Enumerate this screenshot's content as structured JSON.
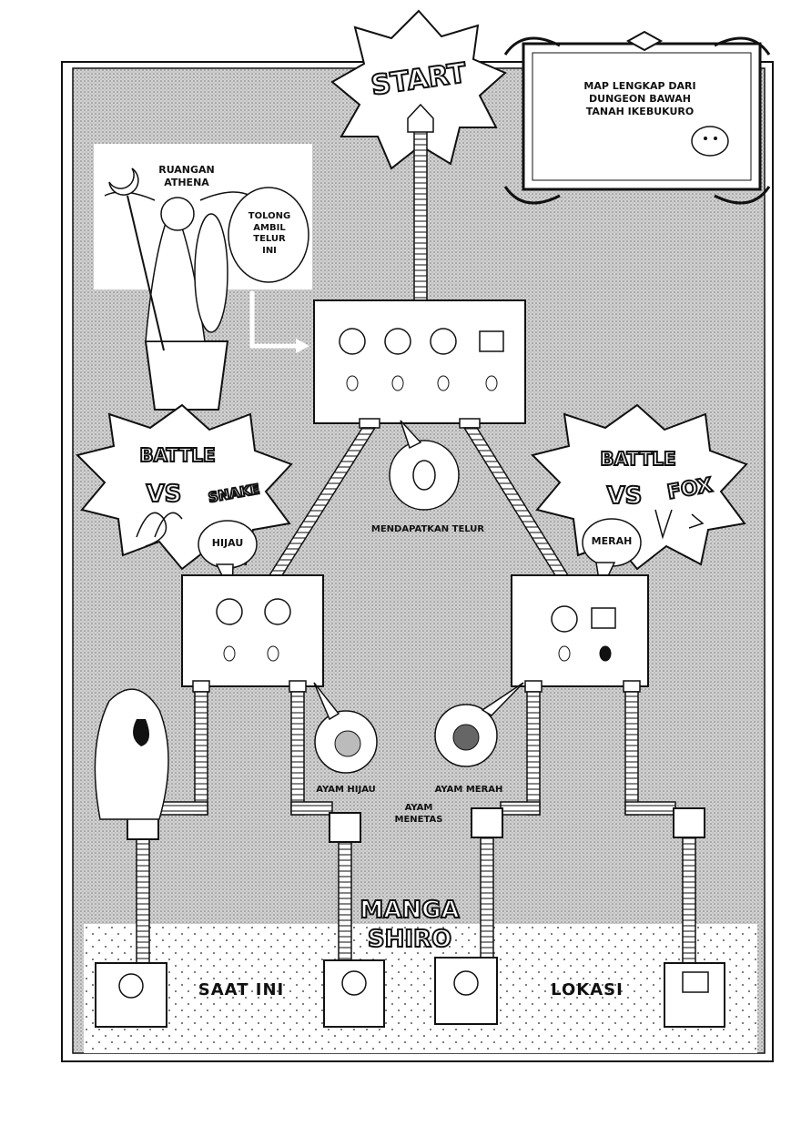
{
  "header": {
    "start_label": "START",
    "map_title": "MAP LENGKAP DARI\nDUNGEON BAWAH\nTANAH IKEBUKURO"
  },
  "athena": {
    "room_label": "RUANGAN\nATHENA",
    "speech": "TOLONG\nAMBIL\nTELUR\nINI"
  },
  "battles": {
    "left": {
      "battle_label": "BATTLE",
      "vs_label": "VS",
      "enemy": "SNAKE",
      "color_tag": "HIJAU"
    },
    "right": {
      "battle_label": "BATTLE",
      "vs_label": "VS",
      "enemy": "FOX",
      "color_tag": "MERAH"
    }
  },
  "events": {
    "egg_obtained": "MENDAPATKAN TELUR",
    "chick_green": "AYAM HIJAU",
    "chick_red": "AYAM MERAH",
    "hatched": "AYAM\nMENETAS"
  },
  "bottom": {
    "left_text": "SAAT INI",
    "right_text": "LOKASI",
    "watermark_top": "MANGA",
    "watermark_bottom": "SHIRO"
  },
  "colors": {
    "ink": "#111111",
    "screentone": "#c9c9c9",
    "paper": "#ffffff"
  }
}
